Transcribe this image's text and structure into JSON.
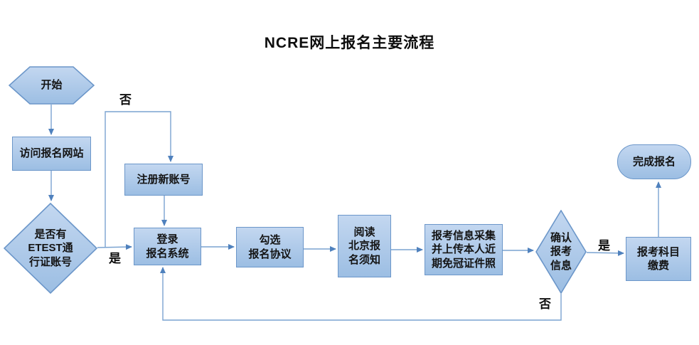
{
  "title": "NCRE网上报名主要流程",
  "colors": {
    "shape_fill_top": "#c3d7f0",
    "shape_fill_bottom": "#9cbee3",
    "shape_border": "#6b96c9",
    "connector_line": "#7aa3d1",
    "arrowhead": "#4f81bd",
    "text": "#141414"
  },
  "nodes": {
    "start": {
      "type": "hexagon",
      "label": "开始"
    },
    "visit": {
      "type": "process",
      "label": "访问报名网站"
    },
    "has_account": {
      "type": "decision",
      "label": "是否有\nETEST通\n行证账号"
    },
    "register": {
      "type": "process",
      "label": "注册新账号"
    },
    "login": {
      "type": "process",
      "label": "登录\n报名系统"
    },
    "agreement": {
      "type": "process",
      "label": "勾选\n报名协议"
    },
    "notice": {
      "type": "process",
      "label": "阅读\n北京报\n名须知"
    },
    "collect_info": {
      "type": "process",
      "label": "报考信息采集\n并上传本人近\n期免冠证件照"
    },
    "confirm": {
      "type": "decision",
      "label": "确认\n报考\n信息"
    },
    "pay": {
      "type": "process",
      "label": "报考科目\n缴费"
    },
    "done": {
      "type": "terminator",
      "label": "完成报名"
    }
  },
  "edge_labels": {
    "no_top": "否",
    "yes_left": "是",
    "yes_right": "是",
    "no_bottom": "否"
  }
}
